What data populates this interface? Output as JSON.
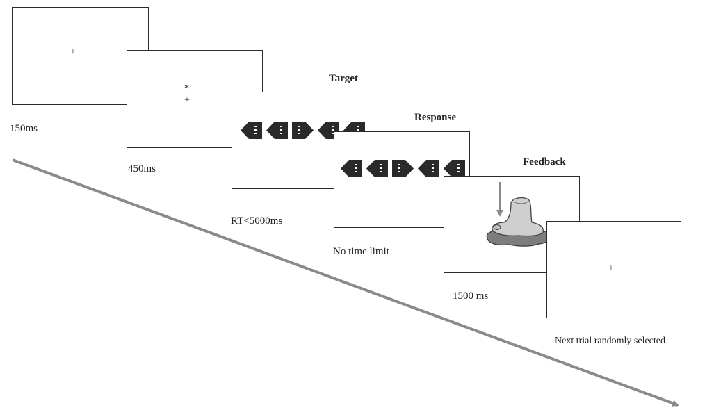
{
  "diagram": {
    "frames": [
      {
        "id": "fixation",
        "duration": "150ms",
        "title": ""
      },
      {
        "id": "cue",
        "duration": "450ms",
        "title": ""
      },
      {
        "id": "target",
        "duration": "RT<5000ms",
        "title": "Target"
      },
      {
        "id": "response",
        "duration": "No time limit",
        "title": "Response"
      },
      {
        "id": "feedback",
        "duration": "1500 ms",
        "title": "Feedback"
      },
      {
        "id": "next",
        "duration": "Next trial randomly selected",
        "title": ""
      }
    ],
    "fixation_symbol": "+",
    "cue_symbol": "*",
    "flanker_arrows": [
      "left",
      "left",
      "right",
      "left",
      "left"
    ],
    "arrow_color": "#2a2a2a",
    "timeline_color": "#8a8a8a"
  }
}
